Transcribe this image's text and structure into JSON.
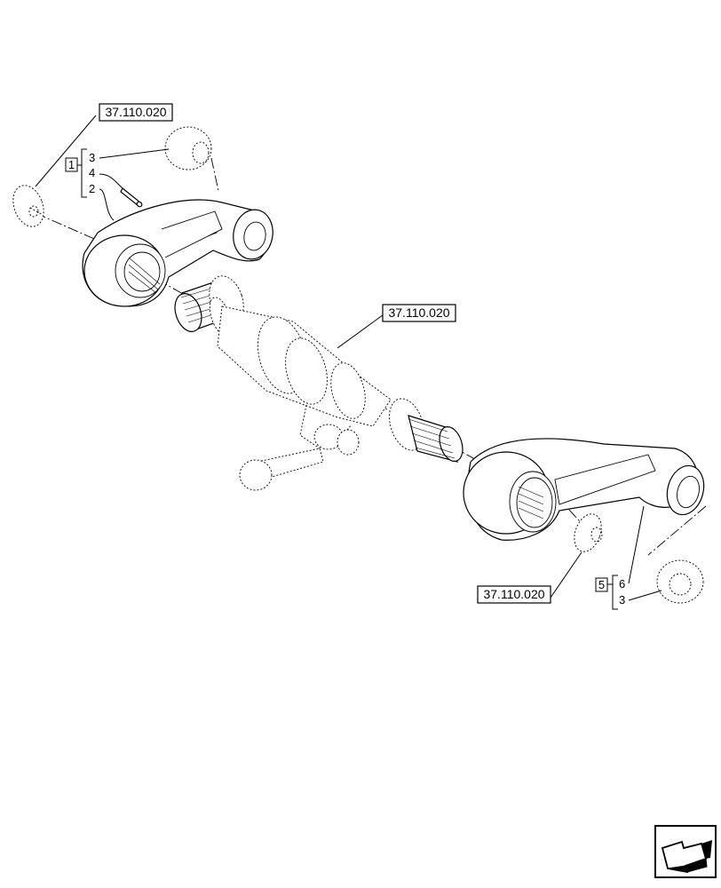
{
  "references": {
    "top_left": "37.110.020",
    "center": "37.110.020",
    "bottom": "37.110.020"
  },
  "kit_left": {
    "box": "1",
    "items": [
      "3",
      "4",
      "2"
    ]
  },
  "kit_right": {
    "box": "5",
    "items": [
      "6",
      "3"
    ]
  },
  "icon": "navigation-arrow-icon"
}
